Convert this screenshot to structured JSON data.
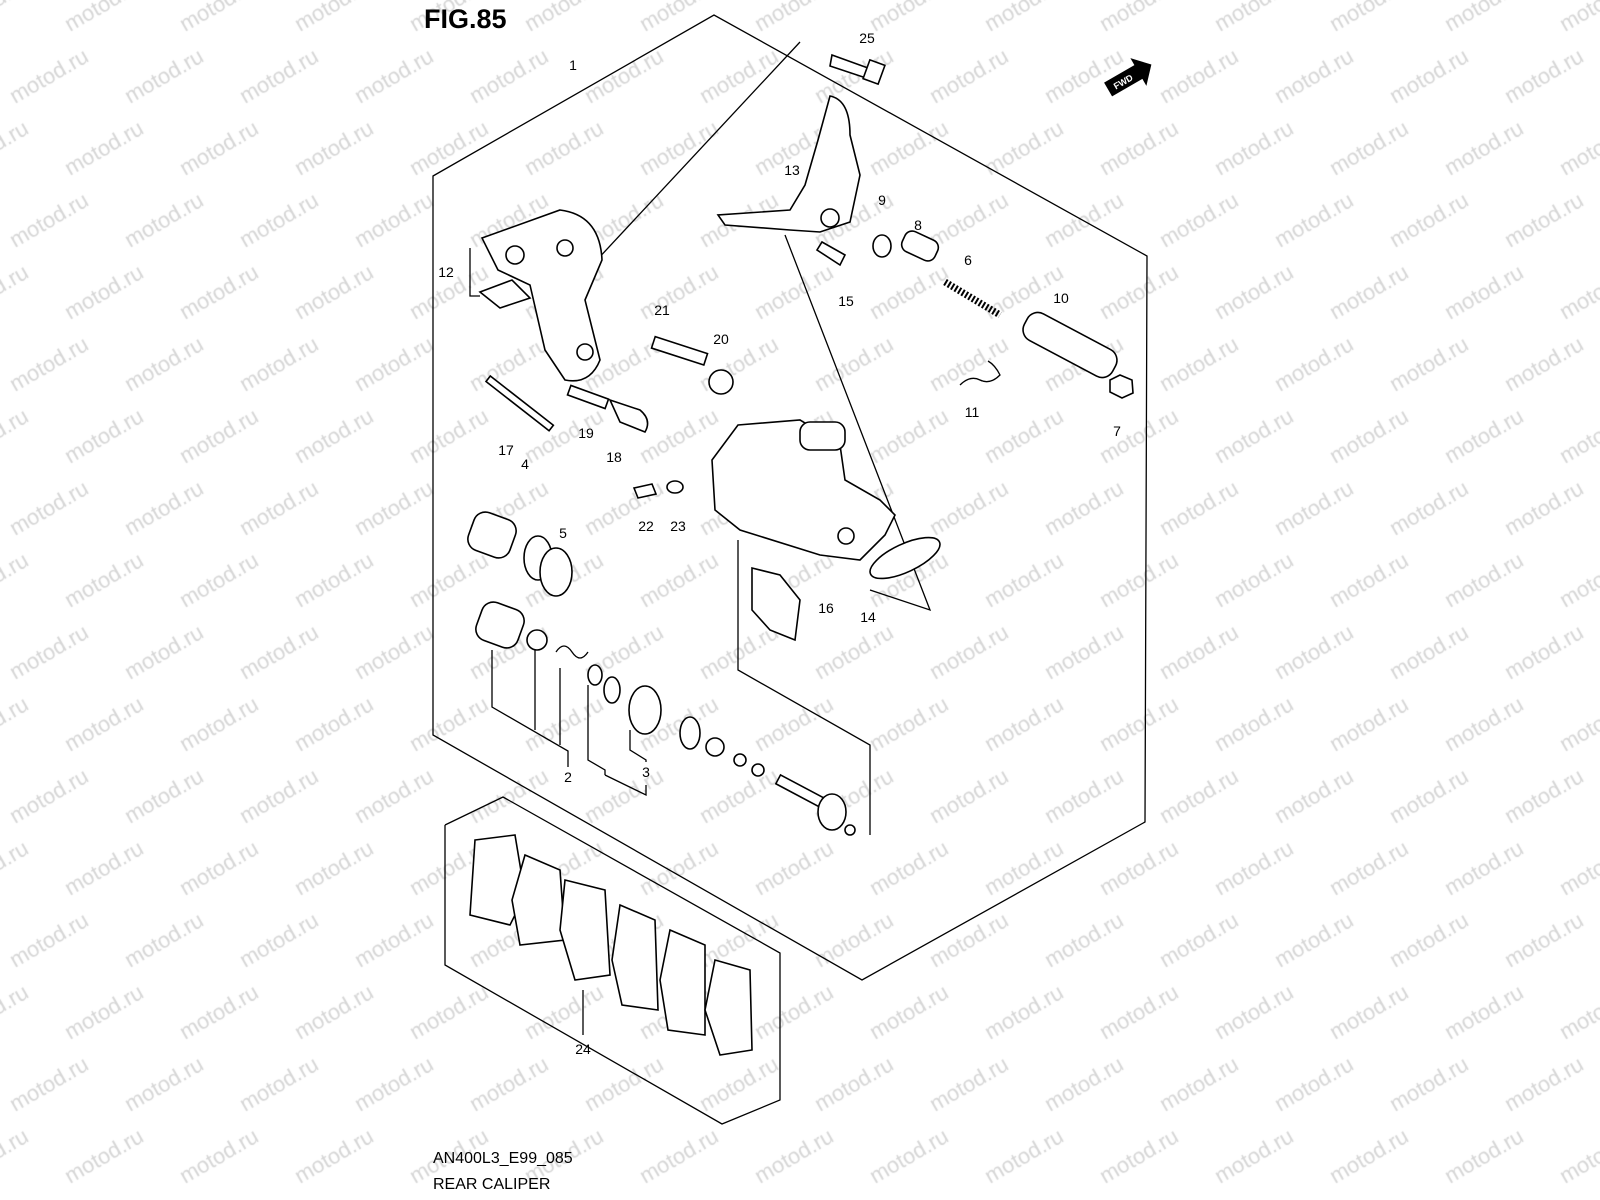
{
  "figure": {
    "title": "FIG.85",
    "code": "AN400L3_E99_085",
    "caption": "REAR CALIPER",
    "watermark": "motod.ru",
    "fwd_label": "FWD"
  },
  "callouts": [
    "1",
    "2",
    "3",
    "4",
    "5",
    "6",
    "7",
    "8",
    "9",
    "10",
    "11",
    "12",
    "13",
    "14",
    "15",
    "16",
    "17",
    "18",
    "19",
    "20",
    "21",
    "22",
    "23",
    "24",
    "25"
  ]
}
